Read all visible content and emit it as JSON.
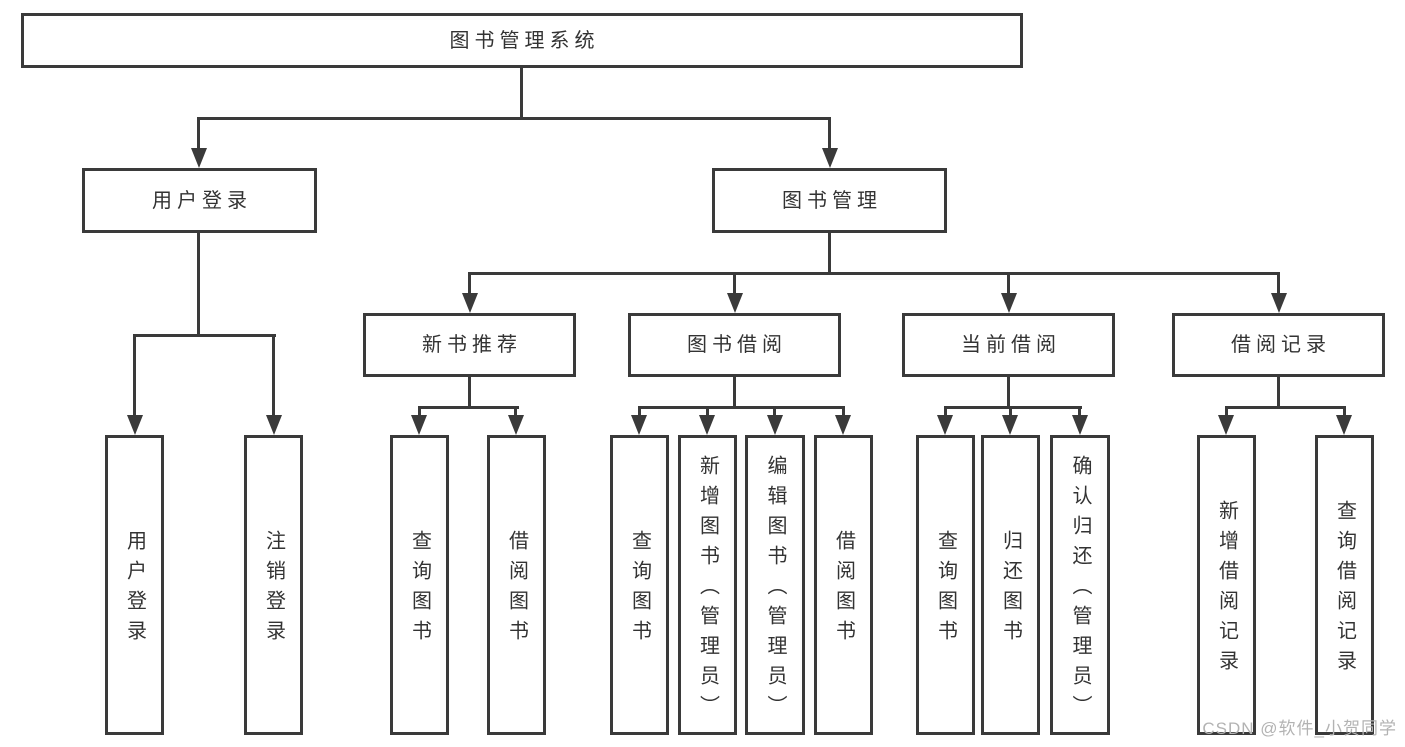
{
  "colors": {
    "line": "#3a3a3a",
    "text": "#333333",
    "watermark": "#b3b3b3",
    "background": "#ffffff"
  },
  "tree": {
    "label": "图书管理系统",
    "children": [
      {
        "label": "用户登录",
        "children": [
          {
            "label": "用户登录"
          },
          {
            "label": "注销登录"
          }
        ]
      },
      {
        "label": "图书管理",
        "children": [
          {
            "label": "新书推荐",
            "children": [
              {
                "label": "查询图书"
              },
              {
                "label": "借阅图书"
              }
            ]
          },
          {
            "label": "图书借阅",
            "children": [
              {
                "label": "查询图书"
              },
              {
                "label": "新增图书（管理员）"
              },
              {
                "label": "编辑图书（管理员）"
              },
              {
                "label": "借阅图书"
              }
            ]
          },
          {
            "label": "当前借阅",
            "children": [
              {
                "label": "查询图书"
              },
              {
                "label": "归还图书"
              },
              {
                "label": "确认归还（管理员）"
              }
            ]
          },
          {
            "label": "借阅记录",
            "children": [
              {
                "label": "新增借阅记录"
              },
              {
                "label": "查询借阅记录"
              }
            ]
          }
        ]
      }
    ]
  },
  "watermark": {
    "text": "CSDN @软件_小贺同学"
  }
}
